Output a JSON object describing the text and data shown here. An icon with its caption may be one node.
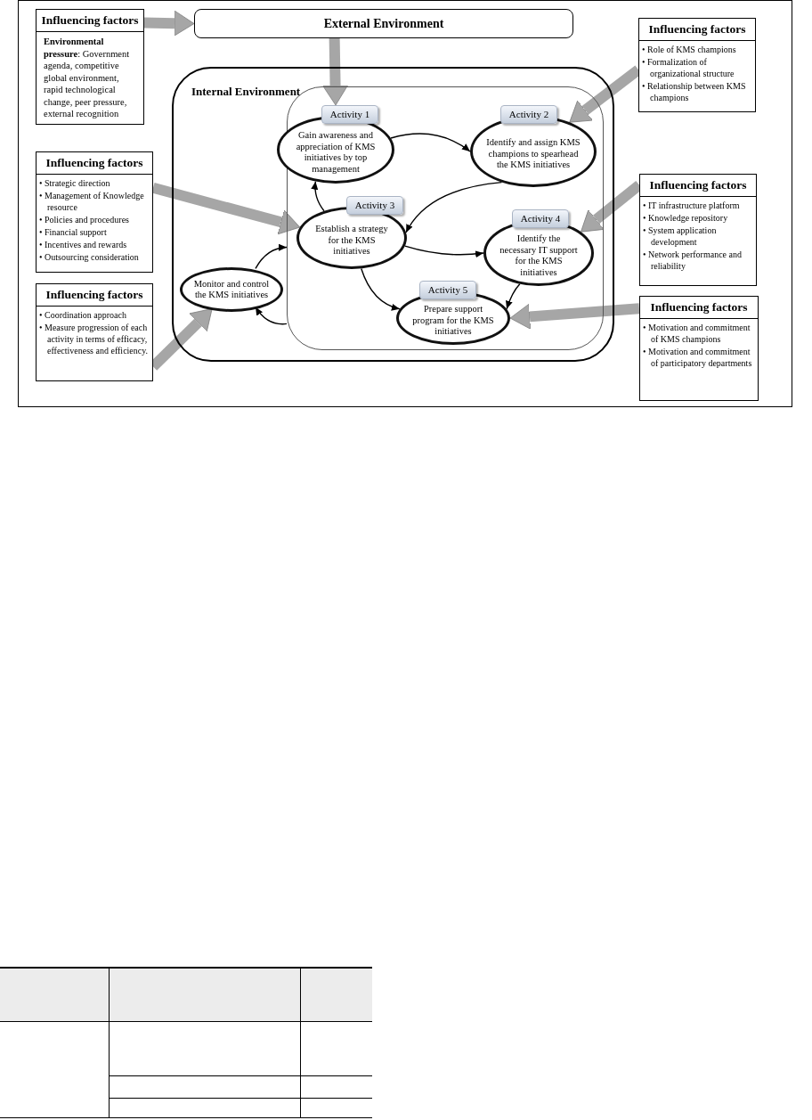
{
  "diagram": {
    "nodes": [
      {
        "text": [
          "Influencing factors",
          "**Environmental pressure**: Government agenda, competitive global environment, rapid technological change, peer pressure, external recognition"
        ]
      },
      {
        "text": [
          "External Environment"
        ]
      },
      {
        "text": [
          "Influencing factors",
          "• Role of KMS champions",
          "• Formalization of organizational structure",
          "• Relationship between KMS champions"
        ]
      },
      {
        "text": [
          "Internal Environment"
        ]
      },
      {
        "text": [],
        "shape": "box",
        "in": 3
      },
      {
        "text": [
          "Activity 1",
          "Gain awareness and appreciation of KMS initiatives by top management"
        ],
        "in": 4
      },
      {
        "text": [
          "Activity 2",
          "Identify and assign KMS champions to spearhead the KMS initiatives"
        ],
        "in": 4
      },
      {
        "text": [
          "Influencing factors",
          "• Strategic direction",
          "• Management of Knowledge resource",
          "• Policies and procedures",
          "• Financial support",
          "• Incentives and rewards",
          "• Outsourcing consideration"
        ]
      },
      {
        "text": [
          "Activity 3",
          "Establish a strategy for the KMS initiatives"
        ],
        "in": 4
      },
      {
        "text": [
          "Influencing factors",
          "• IT infrastructure platform",
          "• Knowledge repository",
          "• System application development",
          "• Network performance and reliability"
        ]
      },
      {
        "text": [
          "Activity 4",
          "Identify the necessary IT support for the KMS initiatives"
        ],
        "in": 4
      },
      {
        "text": [
          "Monitor and control the KMS initiatives"
        ],
        "in": 3
      },
      {
        "text": [
          "Influencing factors",
          "• Coordination approach",
          "• Measure progression of each activity in terms of efficacy, effectiveness and efficiency."
        ]
      },
      {
        "text": [
          "Activity 5",
          "Prepare support program for the KMS initiatives"
        ],
        "in": 4
      },
      {
        "text": [
          "Influencing factors",
          "• Motivation and commitment of KMS champions",
          "• Motivation and commitment of participatory departments"
        ]
      }
    ],
    "edges": [
      {
        "from": 0,
        "to": 1,
        "arrow": "to",
        "style": "thick",
        "color": "#a6a6a6"
      },
      {
        "from": 1,
        "to": 5,
        "arrow": "to",
        "style": "thick",
        "color": "#a6a6a6"
      },
      {
        "from": 2,
        "to": 6,
        "arrow": "to",
        "style": "thick",
        "color": "#a6a6a6"
      },
      {
        "from": 7,
        "to": 8,
        "arrow": "to",
        "style": "thick",
        "color": "#a6a6a6"
      },
      {
        "from": 9,
        "to": 10,
        "arrow": "to",
        "style": "thick",
        "color": "#a6a6a6"
      },
      {
        "from": 12,
        "to": 11,
        "arrow": "to",
        "style": "thick",
        "color": "#a6a6a6"
      },
      {
        "from": 14,
        "to": 13,
        "arrow": "to",
        "style": "thick",
        "color": "#a6a6a6"
      },
      {
        "from": 5,
        "to": 6,
        "arrow": "to"
      },
      {
        "from": 6,
        "to": 8,
        "arrow": "to"
      },
      {
        "from": 8,
        "to": 5,
        "arrow": "to"
      },
      {
        "from": 8,
        "to": 10,
        "arrow": "to"
      },
      {
        "from": 8,
        "to": 13,
        "arrow": "to"
      },
      {
        "from": 10,
        "to": 13,
        "arrow": "to"
      },
      {
        "from": 11,
        "to": 4,
        "arrow": "to"
      },
      {
        "from": 4,
        "to": 11,
        "arrow": "to"
      }
    ]
  }
}
